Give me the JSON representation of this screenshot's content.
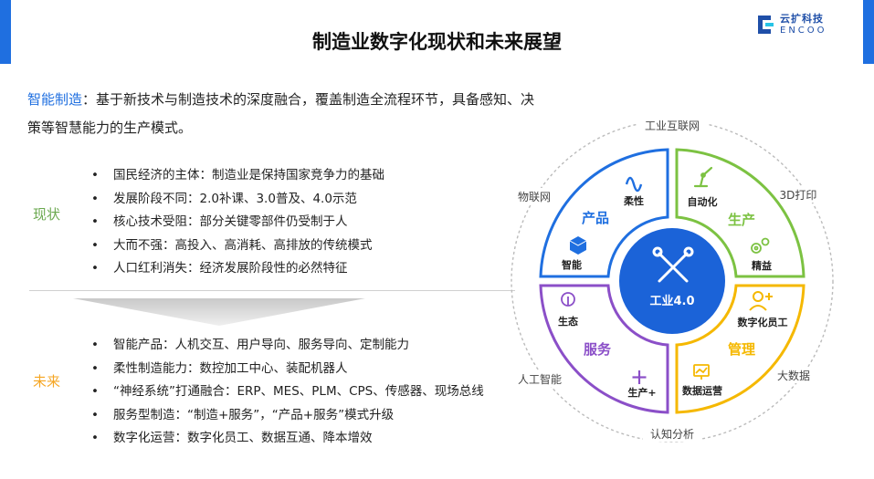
{
  "header": {
    "title": "制造业数字化现状和未来展望",
    "logo_cn": "云扩科技",
    "logo_en": "ENCOO"
  },
  "intro": {
    "highlight": "智能制造",
    "text": "：基于新技术与制造技术的深度融合，覆盖制造全流程环节，具备感知、决策等智慧能力的生产模式。"
  },
  "current": {
    "label": "现状",
    "items": [
      "国民经济的主体：制造业是保持国家竞争力的基础",
      "发展阶段不同：2.0补课、3.0普及、4.0示范",
      "核心技术受阻：部分关键零部件仍受制于人",
      "大而不强：高投入、高消耗、高排放的传统模式",
      "人口红利消失：经济发展阶段性的必然特征"
    ]
  },
  "future": {
    "label": "未来",
    "items": [
      "智能产品：人机交互、用户导向、服务导向、定制能力",
      "柔性制造能力：数控加工中心、装配机器人",
      "“神经系统”打通融合：ERP、MES、PLM、CPS、传感器、现场总线",
      "服务型制造：“制造+服务”，“产品+服务”模式升级",
      "数字化运营：数字化员工、数据互通、降本增效"
    ]
  },
  "diagram": {
    "center": "工业4.0",
    "outer": {
      "top": "工业互联网",
      "top_right": "3D打印",
      "top_left": "物联网",
      "bottom_right": "大数据",
      "bottom_left": "人工智能",
      "bottom": "认知分析"
    },
    "quadrants": {
      "product": {
        "title": "产品",
        "item1": "柔性",
        "item2": "智能"
      },
      "production": {
        "title": "生产",
        "item1": "自动化",
        "item2": "精益"
      },
      "service": {
        "title": "服务",
        "item1": "生态",
        "item2": "生产+"
      },
      "management": {
        "title": "管理",
        "item1": "数字化员工",
        "item2": "数据运营"
      }
    },
    "colors": {
      "product": "#1f6fe0",
      "production": "#7cc242",
      "service": "#8b4fc8",
      "management": "#f5b800",
      "center": "#1b63d8",
      "current_label": "#6aa84f",
      "future_label": "#f5a623"
    }
  }
}
